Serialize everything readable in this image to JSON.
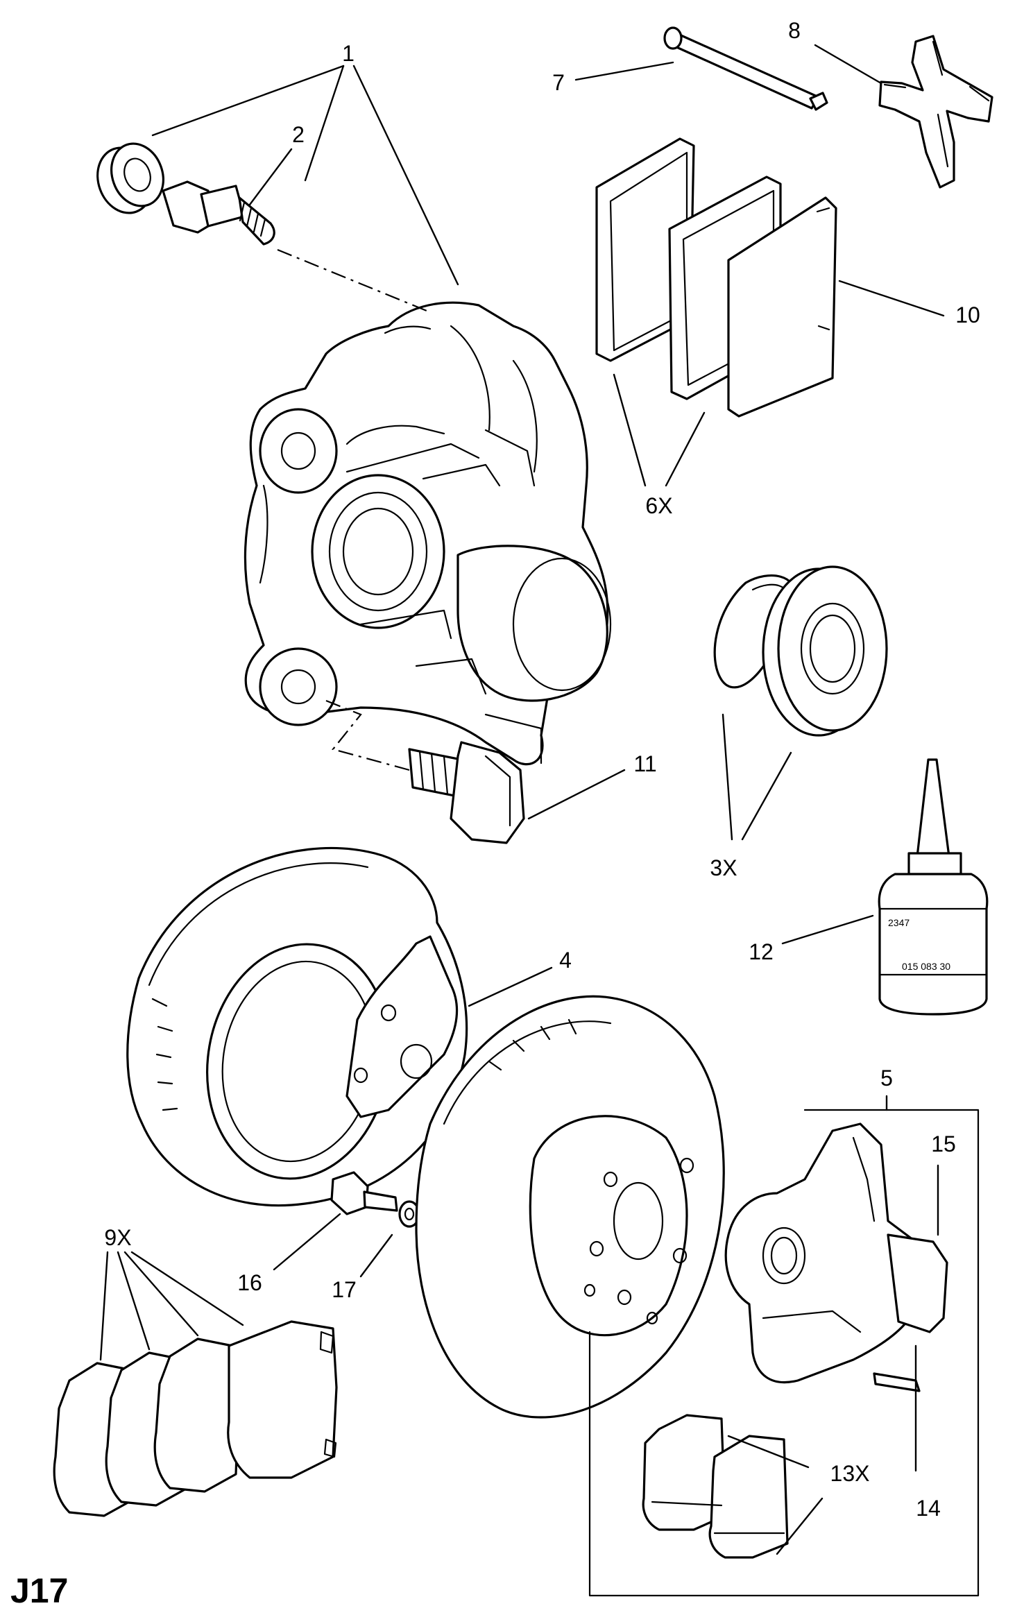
{
  "figure": {
    "id": "J17"
  },
  "callouts": {
    "c1": "1",
    "c2": "2",
    "c3x": "3X",
    "c4": "4",
    "c5": "5",
    "c6x": "6X",
    "c7": "7",
    "c8": "8",
    "c9x": "9X",
    "c10": "10",
    "c11": "11",
    "c12": "12",
    "c13x": "13X",
    "c14": "14",
    "c15": "15",
    "c16": "16",
    "c17": "17"
  },
  "bottle_label": {
    "code": "2347",
    "small": "015 083 30"
  }
}
